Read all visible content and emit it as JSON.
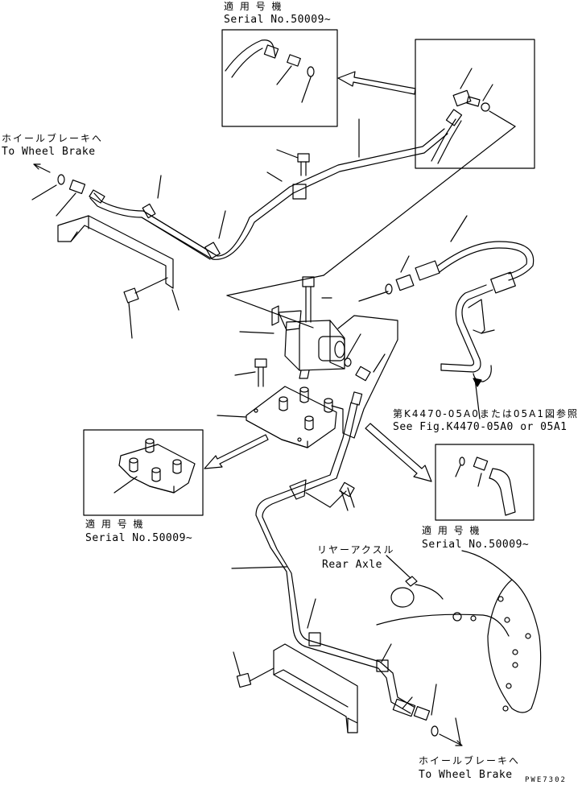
{
  "callouts": {
    "top_detail": {
      "applicable_jp": "適 用 号 機",
      "serial": "Serial No.50009~"
    },
    "left_detail": {
      "applicable_jp": "適 用 号 機",
      "serial": "Serial No.50009~"
    },
    "right_detail": {
      "applicable_jp": "適 用 号 機",
      "serial": "Serial No.50009~"
    },
    "wheel_brake_left": {
      "jp": "ホイールブレーキへ",
      "en": "To Wheel Brake"
    },
    "wheel_brake_bottom": {
      "jp": "ホイールブレーキへ",
      "en": "To Wheel Brake"
    },
    "rear_axle": {
      "jp": "リヤーアクスル",
      "en": "Rear Axle"
    },
    "see_fig": {
      "jp": "第K4470-05A0または05A1図参照",
      "en": "See Fig.K4470-05A0 or 05A1"
    }
  },
  "drawing_code": "PWE7302",
  "colors": {
    "ink": "#000000",
    "paper": "#ffffff"
  }
}
